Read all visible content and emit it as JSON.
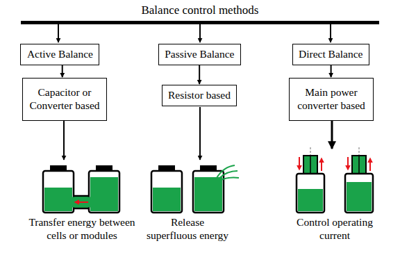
{
  "diagram": {
    "title": "Balance control methods",
    "nodes": [
      {
        "text": [
          "Active Balance"
        ]
      },
      {
        "text": [
          "Passive Balance"
        ]
      },
      {
        "text": [
          "Direct Balance"
        ]
      },
      {
        "text": [
          "Capacitor or Converter based"
        ]
      },
      {
        "text": [
          "Resistor based"
        ]
      },
      {
        "text": [
          "Main power converter based"
        ]
      }
    ],
    "edges": [
      {
        "from": 0,
        "to": 3,
        "arrow": "to"
      },
      {
        "from": 1,
        "to": 4,
        "arrow": "to"
      },
      {
        "from": 2,
        "to": 5,
        "arrow": "to"
      }
    ],
    "labels": [
      "Transfer energy between cells or modules",
      "Release superfluous energy",
      "Control operating current"
    ]
  }
}
